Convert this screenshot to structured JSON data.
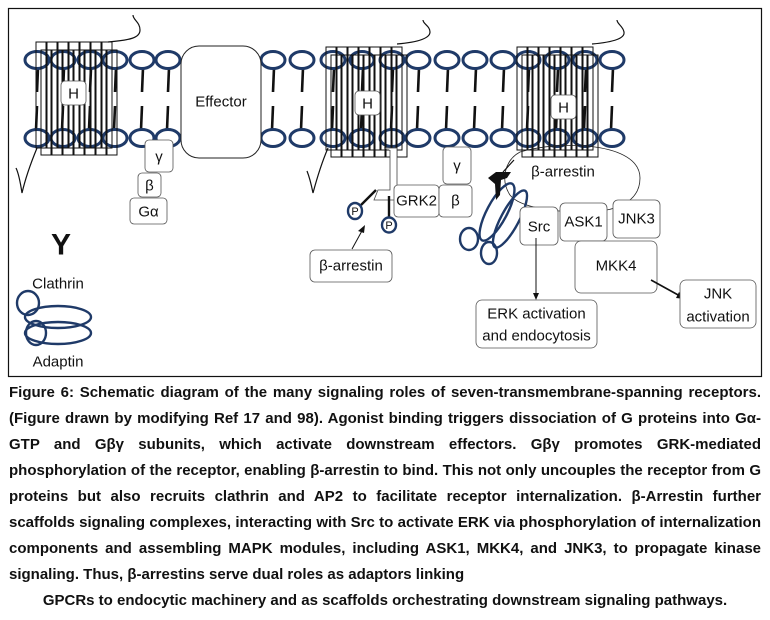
{
  "figure": {
    "membrane": {
      "head_color": "#1f3a68",
      "outline_color": "#111111"
    },
    "labels": {
      "receptor_helix": "H",
      "effector": "Effector",
      "g_gamma": "γ",
      "g_beta": "β",
      "g_alpha": "Gα",
      "grk2": "GRK2",
      "grk_beta": "β",
      "grk_gamma": "γ",
      "phospho": "P",
      "beta_arrestin_free": "β-arrestin",
      "beta_arrestin_bound": "β-arrestin",
      "src": "Src",
      "ask1": "ASK1",
      "jnk3": "JNK3",
      "mkk4": "MKK4",
      "erk_outcome_line1": "ERK activation",
      "erk_outcome_line2": "and endocytosis",
      "jnk_outcome_line1": "JNK",
      "jnk_outcome_line2": "activation",
      "clathrin_symbol": "Y",
      "clathrin": "Clathrin",
      "adaptin": "Adaptin"
    }
  },
  "caption": {
    "body": "Figure 6: Schematic diagram of the many signaling roles of seven-transmembrane-spanning receptors. (Figure drawn by modifying Ref 17 and 98). Agonist binding triggers dissociation of G proteins into Gα-GTP and Gβγ subunits, which activate downstream effectors. Gβγ promotes GRK-mediated phosphorylation of the receptor, enabling β-arrestin to bind. This not only uncouples the receptor from G proteins but also recruits clathrin and AP2 to facilitate receptor internalization. β-Arrestin further scaffolds signaling complexes, interacting with Src to activate ERK via phosphorylation of internalization components and assembling MAPK modules, including ASK1, MKK4, and JNK3, to propagate kinase signaling. Thus, β-arrestins serve dual roles as adaptors linking",
    "last_line": "GPCRs to endocytic machinery and as scaffolds orchestrating downstream signaling pathways."
  }
}
